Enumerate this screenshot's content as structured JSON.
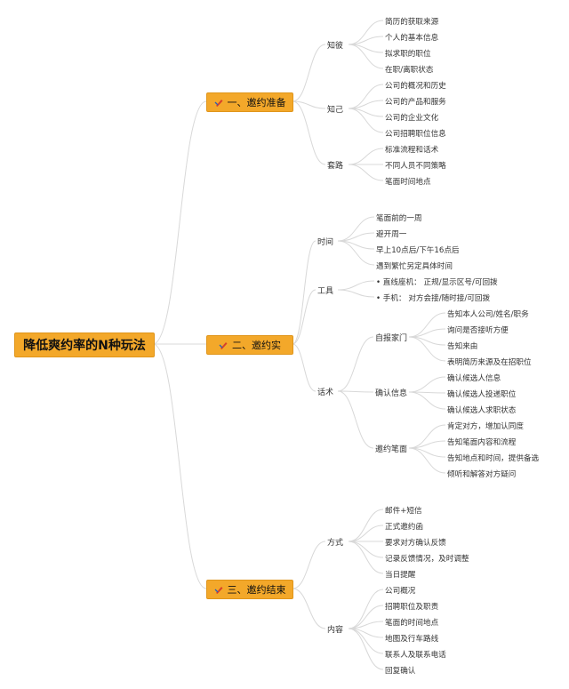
{
  "root": {
    "label": "降低爽约率的N种玩法"
  },
  "sections": [
    {
      "label": "一、邀约准备",
      "icon": "pen-icon",
      "groups": [
        {
          "label": "知彼",
          "leaves": [
            "简历的获取来源",
            "个人的基本信息",
            "拟求职的职位",
            "在职/离职状态"
          ]
        },
        {
          "label": "知己",
          "leaves": [
            "公司的概况和历史",
            "公司的产品和服务",
            "公司的企业文化",
            "公司招聘职位信息"
          ]
        },
        {
          "label": "套路",
          "leaves": [
            "标准流程和话术",
            "不同人员不同策略",
            "笔面时间地点"
          ]
        }
      ]
    },
    {
      "label": "二、邀约实",
      "icon": "pen-icon",
      "groups": [
        {
          "label": "时间",
          "leaves": [
            "笔面前的一周",
            "避开周一",
            "早上10点后/下午16点后",
            "遇到繁忙另定具体时间"
          ]
        },
        {
          "label": "工具",
          "leaves": [
            "• 直线座机： 正规/显示区号/可回拨",
            "• 手机： 对方会接/随时接/可回拨"
          ]
        },
        {
          "label": "话术",
          "subgroups": [
            {
              "label": "自报家门",
              "leaves": [
                "告知本人公司/姓名/职务",
                "询问是否接听方便",
                "告知来由",
                "表明简历来源及在招职位"
              ]
            },
            {
              "label": "确认信息",
              "leaves": [
                "确认候选人信息",
                "确认候选人投递职位",
                "确认候选人求职状态"
              ]
            },
            {
              "label": "邀约笔面",
              "leaves": [
                "肯定对方，增加认同度",
                "告知笔面内容和流程",
                "告知地点和时间，提供备选",
                "倾听和解答对方疑问"
              ]
            }
          ]
        }
      ]
    },
    {
      "label": "三、邀约结束",
      "icon": "pen-icon",
      "groups": [
        {
          "label": "方式",
          "leaves": [
            "邮件+短信",
            "正式邀约函",
            "要求对方确认反馈",
            "记录反馈情况，及时调整",
            "当日提醒"
          ]
        },
        {
          "label": "内容",
          "leaves": [
            "公司概况",
            "招聘职位及职责",
            "笔面的时间地点",
            "地图及行车路线",
            "联系人及联系电话",
            "回复确认"
          ]
        }
      ]
    }
  ]
}
